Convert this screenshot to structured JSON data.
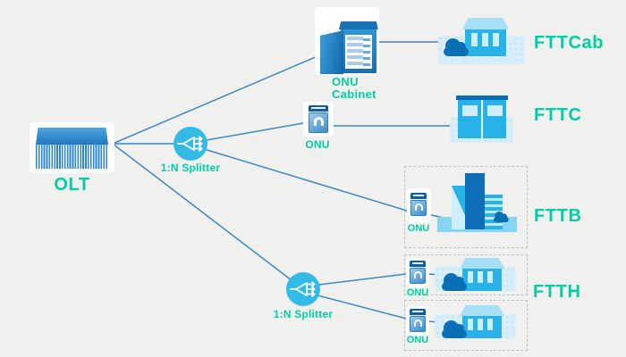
{
  "colors": {
    "background": "#f0f0ef",
    "label_teal": "#00cfa2",
    "link_blue": "#3d86c6",
    "splitter_cyan": "#33bbe8",
    "device_blue": "#2b89cb",
    "dark_blue": "#0d6cb5",
    "building_cyan": "#29b2e7",
    "pale_blue_panel": "#d8eefa"
  },
  "nodes": {
    "olt": {
      "label": "OLT"
    },
    "splitter_top": {
      "label": "1:N Splitter"
    },
    "splitter_bottom": {
      "label": "1:N Splitter"
    },
    "onu_cabinet": {
      "line1": "ONU",
      "line2": "Cabinet"
    },
    "onu_fttc": {
      "label": "ONU"
    },
    "onu_fttb": {
      "label": "ONU"
    },
    "onu_ftth_upper": {
      "label": "ONU"
    },
    "onu_ftth_lower": {
      "label": "ONU"
    }
  },
  "endpoints": {
    "fttcab": {
      "label": "FTTCab"
    },
    "fttc": {
      "label": "FTTC"
    },
    "fttb": {
      "label": "FTTB"
    },
    "ftth": {
      "label": "FTTH"
    }
  }
}
